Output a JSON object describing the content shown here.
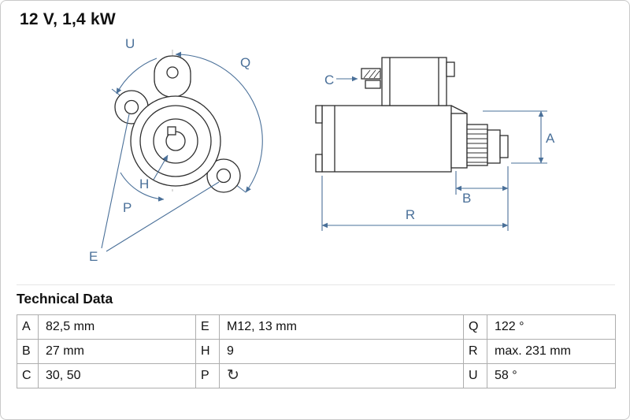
{
  "title": "12 V, 1,4 kW",
  "diagram": {
    "front_view": {
      "labels": {
        "u": "U",
        "q": "Q",
        "p": "P",
        "h": "H",
        "e": "E"
      }
    },
    "side_view": {
      "labels": {
        "c": "C",
        "a": "A",
        "b": "B",
        "r": "R"
      }
    },
    "colors": {
      "dimension_blue": "#4a7099",
      "outline": "#2e2e2e"
    }
  },
  "technical_data": {
    "title": "Technical Data",
    "rotation_icon": "↻",
    "rows": [
      {
        "c1": {
          "key": "A",
          "value": "82,5 mm"
        },
        "c2": {
          "key": "E",
          "value": "M12, 13 mm"
        },
        "c3": {
          "key": "Q",
          "value": "122 °"
        }
      },
      {
        "c1": {
          "key": "B",
          "value": "27 mm"
        },
        "c2": {
          "key": "H",
          "value": "9"
        },
        "c3": {
          "key": "R",
          "value": "max. 231 mm"
        }
      },
      {
        "c1": {
          "key": "C",
          "value": "30, 50"
        },
        "c2": {
          "key": "P",
          "value": ""
        },
        "c3": {
          "key": "U",
          "value": "58 °"
        }
      }
    ]
  }
}
